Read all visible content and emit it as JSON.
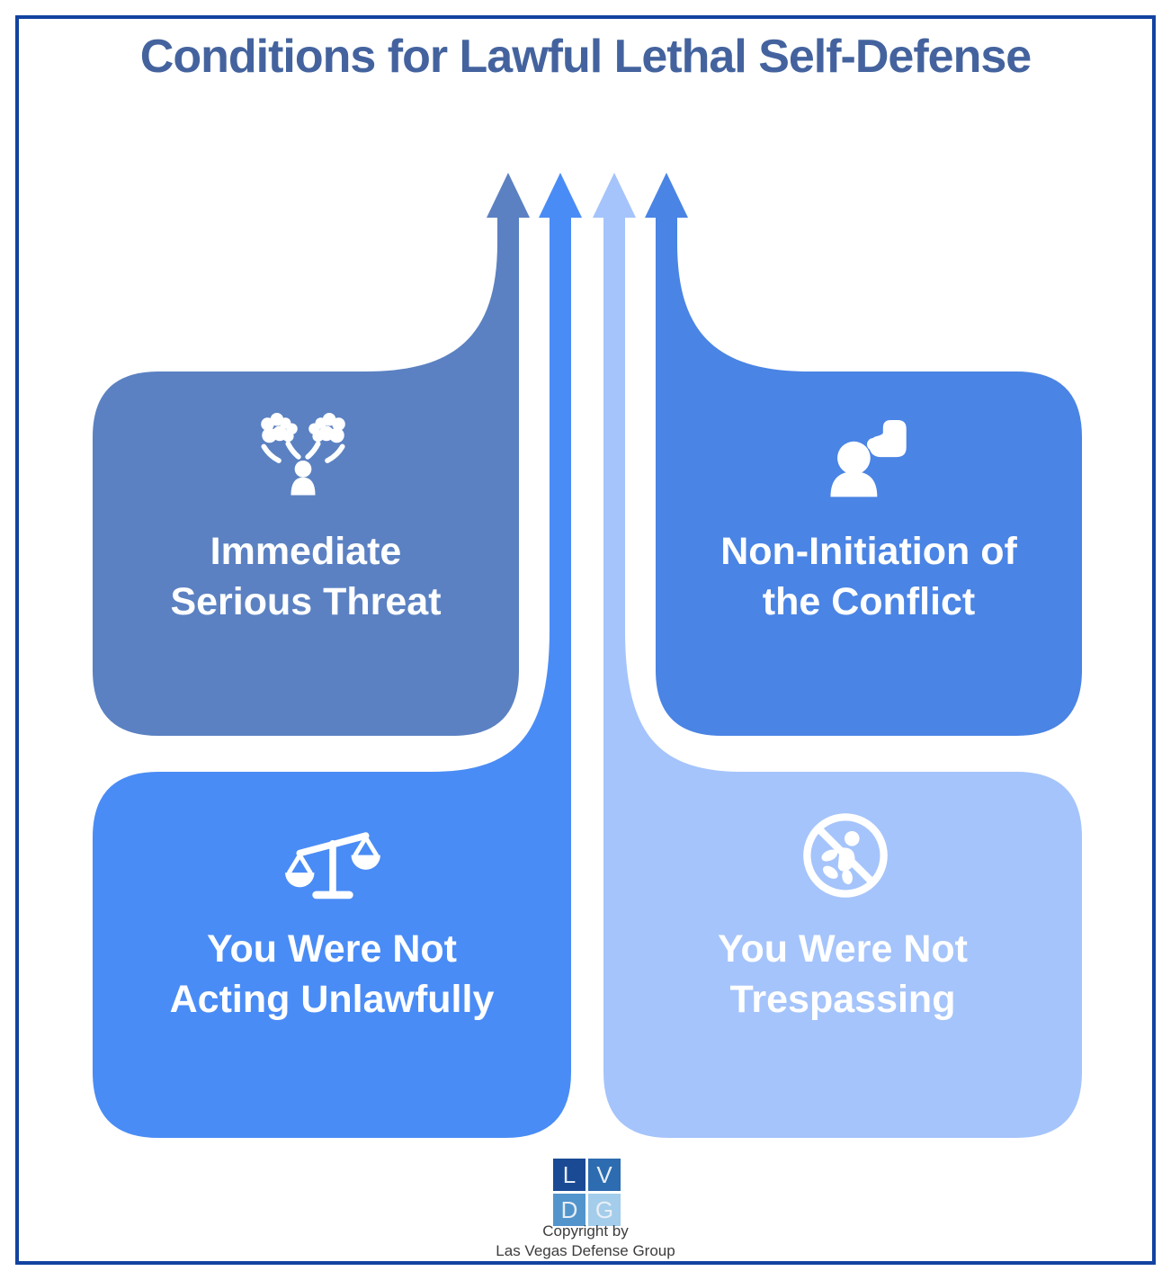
{
  "title": "Conditions for Lawful Lethal Self-Defense",
  "colors": {
    "border": "#1243a0",
    "title_text": "#44639e",
    "box_text": "#ffffff",
    "icon": "#ffffff",
    "copyright_text": "#3c3c3c"
  },
  "boxes": [
    {
      "position": "top-left",
      "label_line1": "Immediate",
      "label_line2": "Serious Threat",
      "color": "#5b81c2",
      "icon": "clashing-fists-threat-icon"
    },
    {
      "position": "top-right",
      "label_line1": "Non-Initiation of",
      "label_line2": "the Conflict",
      "color": "#4a84e4",
      "icon": "fist-toward-person-icon"
    },
    {
      "position": "bottom-left",
      "label_line1": "You Were Not",
      "label_line2": "Acting Unlawfully",
      "color": "#4a8cf5",
      "icon": "unbalanced-scales-icon"
    },
    {
      "position": "bottom-right",
      "label_line1": "You Were Not",
      "label_line2": "Trespassing",
      "color": "#a5c4fb",
      "icon": "no-trespassing-icon"
    }
  ],
  "footer": {
    "logo_letters": [
      "L",
      "V",
      "D",
      "G"
    ],
    "logo_colors": [
      "#1a4a94",
      "#2d6cb0",
      "#5295cc",
      "#a3cdea"
    ],
    "copyright_line1": "Copyright by",
    "copyright_line2": "Las Vegas Defense Group"
  }
}
